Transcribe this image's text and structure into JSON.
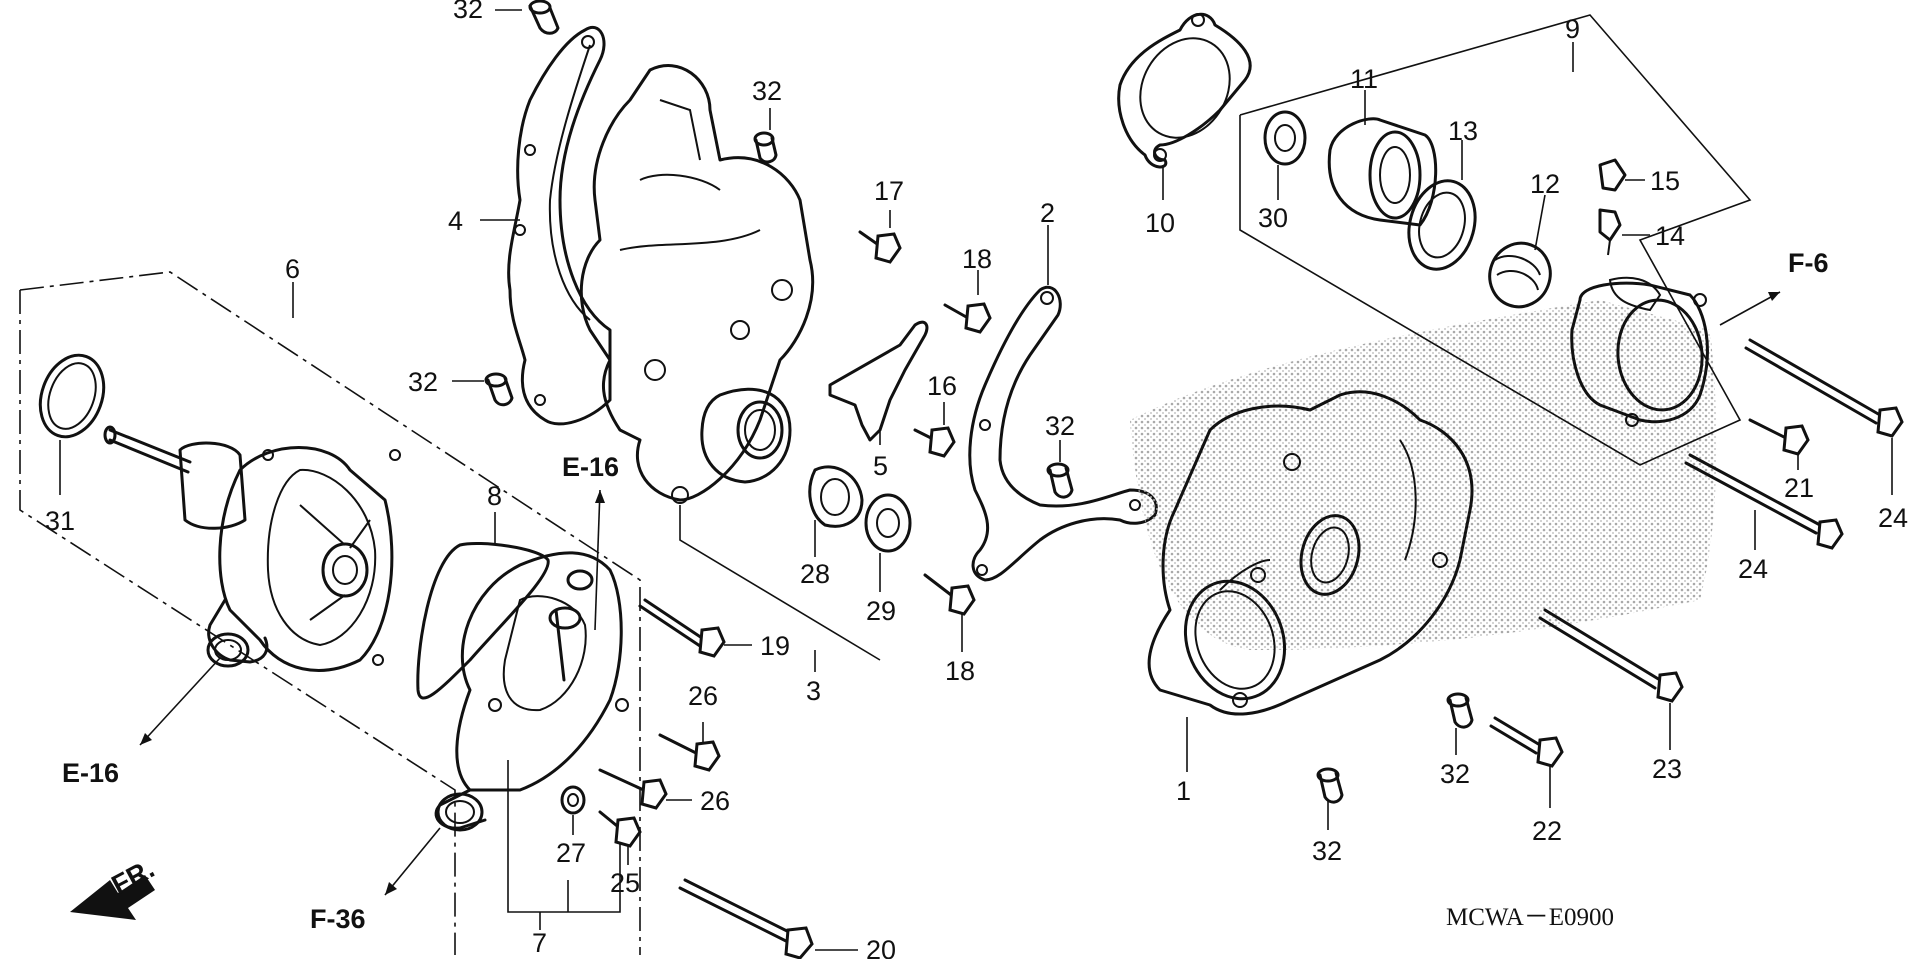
{
  "diagram": {
    "code": "MCWA－E0900",
    "direction_label": "FR.",
    "refs": {
      "e16_left": "E-16",
      "e16_center": "E-16",
      "f6": "F-6",
      "f36": "F-36"
    },
    "parts": {
      "p1": "1",
      "p2": "2",
      "p3": "3",
      "p4": "4",
      "p5": "5",
      "p6": "6",
      "p7": "7",
      "p8": "8",
      "p9": "9",
      "p10": "10",
      "p11": "11",
      "p12": "12",
      "p13": "13",
      "p14": "14",
      "p15": "15",
      "p16": "16",
      "p17": "17",
      "p18a": "18",
      "p18b": "18",
      "p19": "19",
      "p20": "20",
      "p21": "21",
      "p22": "22",
      "p23": "23",
      "p24a": "24",
      "p24b": "24",
      "p25": "25",
      "p26a": "26",
      "p26b": "26",
      "p27": "27",
      "p28": "28",
      "p29": "29",
      "p30": "30",
      "p31": "31",
      "p32a": "32",
      "p32b": "32",
      "p32c": "32",
      "p32d": "32",
      "p32e": "32",
      "p32f": "32"
    },
    "colors": {
      "ink": "#111111",
      "paper": "#ffffff",
      "stipple": "#9a9a9a"
    }
  }
}
